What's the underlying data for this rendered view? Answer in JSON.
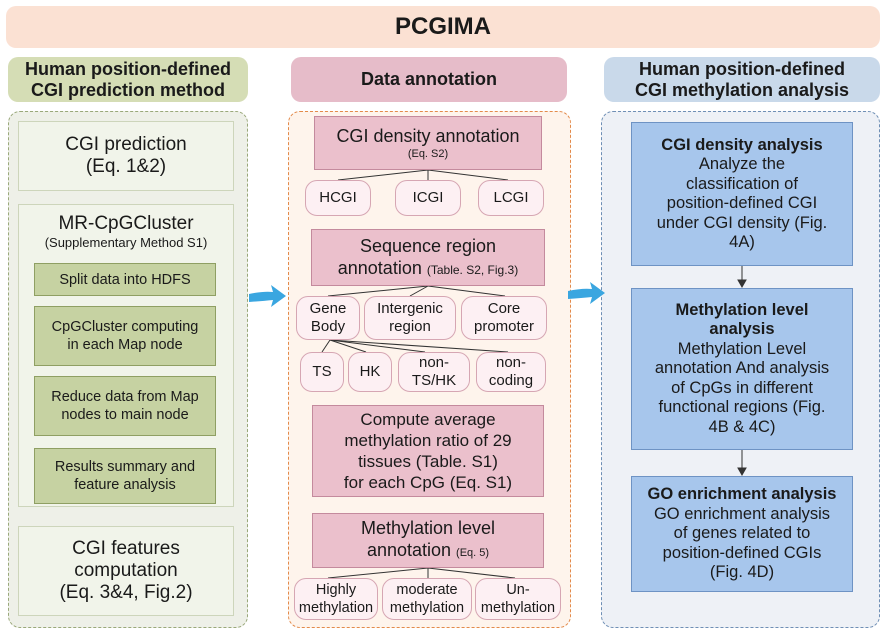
{
  "title": "PCGIMA",
  "left": {
    "header": [
      "Human position-defined",
      "CGI prediction method"
    ],
    "cgi_prediction": [
      "CGI prediction",
      "(Eq. 1&2)"
    ],
    "mr_title": "MR-CpGCluster",
    "mr_subtitle": "(Supplementary Method S1)",
    "steps": [
      [
        "Split data into HDFS"
      ],
      [
        "CpGCluster computing",
        "in each Map node"
      ],
      [
        "Reduce data from Map",
        "nodes to main node"
      ],
      [
        "Results summary and",
        "feature analysis"
      ]
    ],
    "features": [
      "CGI features",
      "computation",
      "(Eq. 3&4, Fig.2)"
    ]
  },
  "middle": {
    "header": "Data annotation",
    "density_title": "CGI density annotation",
    "density_ref": "(Eq. S2)",
    "density_classes": [
      "HCGI",
      "ICGI",
      "LCGI"
    ],
    "region_line1": "Sequence region",
    "region_line2": "annotation",
    "region_ref": "(Table. S2, Fig.3)",
    "regions": [
      [
        "Gene",
        "Body"
      ],
      [
        "Intergenic",
        "region"
      ],
      [
        "Core",
        "promoter"
      ]
    ],
    "gene_types": [
      [
        "TS"
      ],
      [
        "HK"
      ],
      [
        "non-",
        "TS/HK"
      ],
      [
        "non-",
        "coding"
      ]
    ],
    "compute": [
      "Compute average",
      "methylation ratio of 29",
      "tissues (Table. S1)",
      "for each CpG (Eq. S1)"
    ],
    "meth_title": "Methylation level",
    "meth_line2": "annotation",
    "meth_ref": "(Eq. 5)",
    "meth_classes": [
      [
        "Highly",
        "methylation"
      ],
      [
        "moderate",
        "methylation"
      ],
      [
        "Un-",
        "methylation"
      ]
    ]
  },
  "right": {
    "header": [
      "Human position-defined",
      "CGI methylation analysis"
    ],
    "density": {
      "title": "CGI density analysis",
      "body": [
        "Analyze the",
        "classification of",
        "position-defined CGI",
        "under CGI density (Fig.",
        "4A)"
      ]
    },
    "methylation": {
      "title": [
        "Methylation level",
        "analysis"
      ],
      "body": [
        "Methylation Level",
        "annotation And analysis",
        "of CpGs in different",
        "functional regions (Fig.",
        "4B & 4C)"
      ]
    },
    "go": {
      "title": "GO enrichment analysis",
      "body": [
        "GO enrichment analysis",
        "of genes related to",
        "position-defined CGIs",
        "(Fig. 4D)"
      ]
    },
    "colors": {
      "box": "#a7c6ec",
      "arrow": "#3aa6e0"
    }
  }
}
